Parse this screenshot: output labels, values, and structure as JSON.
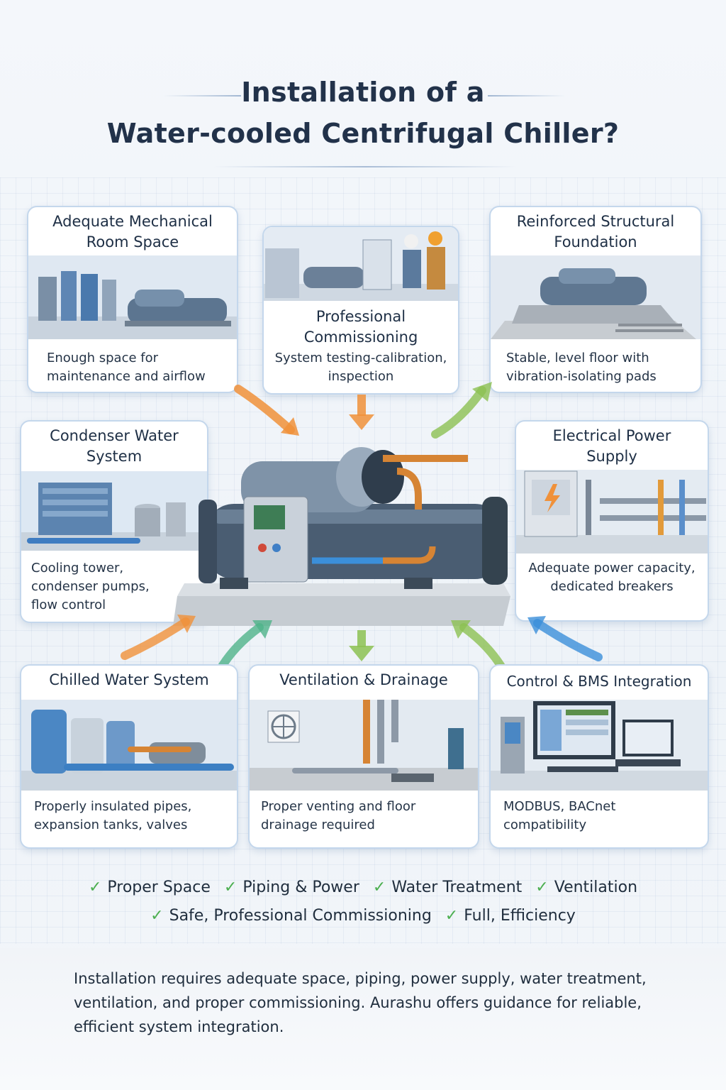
{
  "title": {
    "line1": "Installation of a",
    "line2": "Water-cooled Centrifugal Chiller?"
  },
  "cards": {
    "mechanical_room": {
      "title1": "Adequate Mechanical",
      "title2": "Room Space",
      "desc1": "Enough space for",
      "desc2": "maintenance and airflow"
    },
    "commissioning": {
      "title1": "Professional",
      "title2": "Commissioning",
      "desc1": "System testing-calibration,",
      "desc2": "inspection"
    },
    "foundation": {
      "title1": "Reinforced Structural",
      "title2": "Foundation",
      "desc1": "Stable, level floor with",
      "desc2": "vibration-isolating pads"
    },
    "condenser": {
      "title1": "Condenser Water",
      "title2": "System",
      "desc1": "Cooling tower,",
      "desc2": "condenser pumps,",
      "desc3": "flow control"
    },
    "electrical": {
      "title1": "Electrical Power",
      "title2": "Supply",
      "desc1": "Adequate power capacity,",
      "desc2": "dedicated breakers"
    },
    "chilled_water": {
      "title": "Chilled Water System",
      "desc1": "Properly insulated pipes,",
      "desc2": "expansion tanks, valves"
    },
    "ventilation": {
      "title": "Ventilation & Drainage",
      "desc1": "Proper venting and floor",
      "desc2": "drainage required"
    },
    "controls": {
      "title": "Control & BMS Integration",
      "desc1": "MODBUS, BACnet",
      "desc2": "compatibility"
    }
  },
  "checklist": {
    "row1": [
      "Proper Space",
      "Piping & Power",
      "Water Treatment",
      "Ventilation"
    ],
    "row2": [
      "Safe, Professional Commissioning",
      "Full, Efficiency"
    ]
  },
  "footer": {
    "line1": "Installation requires adequate space, piping, power supply, water treatment,",
    "line2": "ventilation, and proper commissioning. Aurashu offers guidance  for reliable,",
    "line3": "efficient system integration."
  },
  "colors": {
    "accent_orange": "#f0913a",
    "accent_green": "#8cc152",
    "accent_blue": "#3b8fd9",
    "check_green": "#4caf50",
    "card_border": "#c4d7ec"
  },
  "icons": {
    "check": "check-icon",
    "lightning": "lightning-icon"
  }
}
